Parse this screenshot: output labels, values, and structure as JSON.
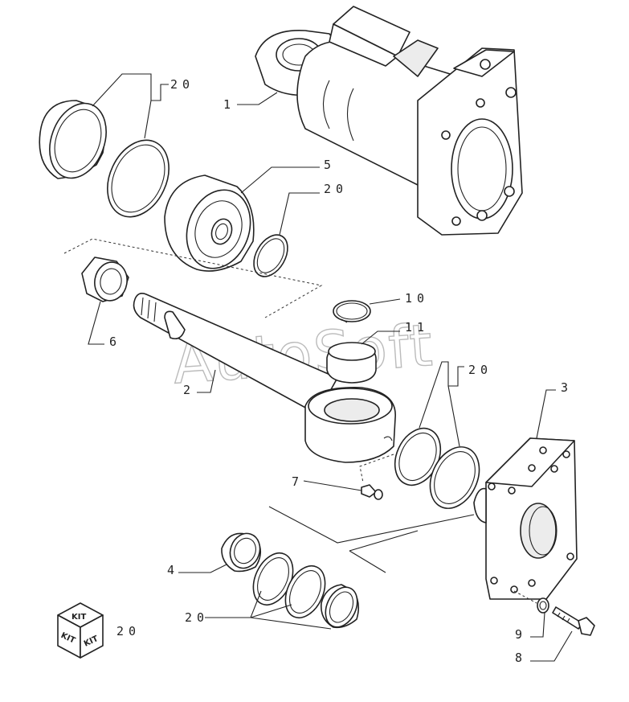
{
  "callouts": {
    "c1": "1",
    "c2": "2",
    "c3": "3",
    "c4": "4",
    "c5": "5",
    "c6": "6",
    "c7": "7",
    "c8": "8",
    "c9": "9",
    "c10": "10",
    "c11": "11",
    "c20_top": "20",
    "c20_ring": "20",
    "c20_right": "20",
    "c20_bottom": "20",
    "c20_kit": "20"
  },
  "kit_icon": {
    "label_top": "KIT",
    "label_left": "KIT",
    "label_right": "KIT"
  },
  "watermark": "AutoSoft",
  "colors": {
    "line": "#222222",
    "watermark": "#bbbbbb",
    "background": "#ffffff"
  }
}
